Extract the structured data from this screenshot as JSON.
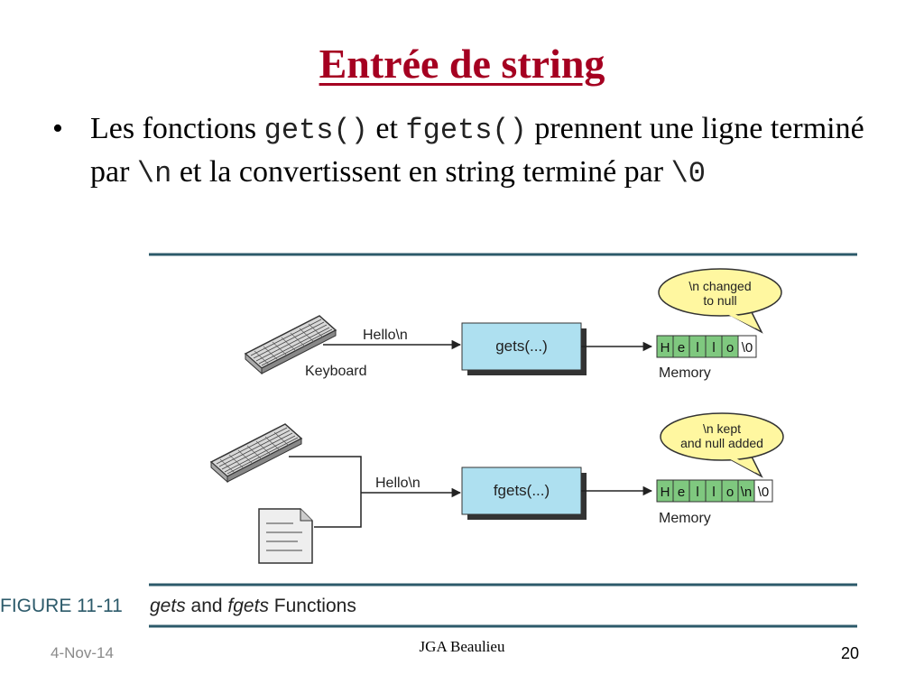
{
  "slide": {
    "title": "Entrée de string",
    "bullet": {
      "symbol": "•",
      "part1": "Les fonctions ",
      "code1": "gets()",
      "part2": " et ",
      "code2": "fgets()",
      "part3": " prennent une ligne terminé par ",
      "code3": "\\n",
      "part4": " et la convertissent en string terminé par ",
      "code4": "\\0"
    }
  },
  "figure": {
    "caption_label": "FIGURE 11-11",
    "caption_italic1": "gets",
    "caption_mid": " and ",
    "caption_italic2": "fgets",
    "caption_end": " Functions",
    "top": {
      "input_label": "Hello\\n",
      "source_label": "Keyboard",
      "function_label": "gets(...)",
      "memory_cells": [
        "H",
        "e",
        "l",
        "l",
        "o",
        "\\0"
      ],
      "memory_label": "Memory",
      "callout_line1": "\\n changed",
      "callout_line2": "to null"
    },
    "bottom": {
      "input_label": "Hello\\n",
      "function_label": "fgets(...)",
      "memory_cells": [
        "H",
        "e",
        "l",
        "l",
        "o",
        "\\n",
        "\\0"
      ],
      "memory_label": "Memory",
      "callout_line1": "\\n kept",
      "callout_line2": "and null added"
    },
    "colors": {
      "rule": "#2c5a6a",
      "box_fill": "#aee0f0",
      "cell_fill": "#7fc87f",
      "callout_fill": "#fff7a0"
    }
  },
  "footer": {
    "date": "4-Nov-14",
    "author": "JGA Beaulieu",
    "page": "20"
  }
}
